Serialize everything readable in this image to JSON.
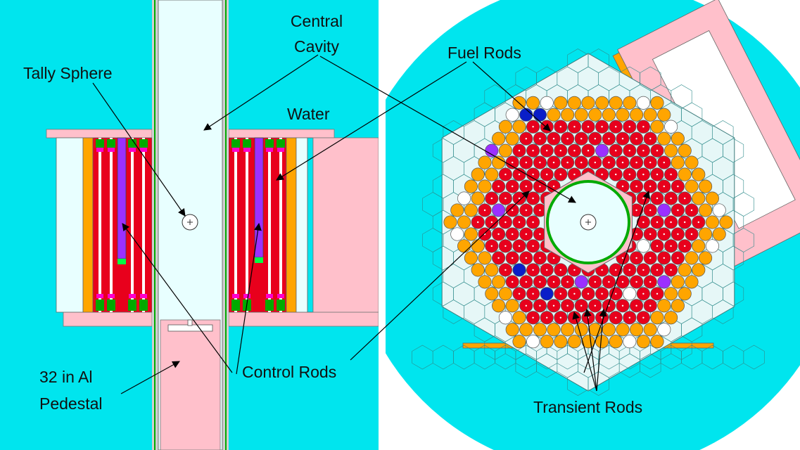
{
  "labels": {
    "central_cavity_line1": "Central",
    "central_cavity_line2": "Cavity",
    "fuel_rods": "Fuel Rods",
    "tally_sphere": "Tally Sphere",
    "water": "Water",
    "pedestal_line1": "32 in Al",
    "pedestal_line2": "Pedestal",
    "control_rods": "Control Rods",
    "transient_rods": "Transient Rods"
  },
  "colors": {
    "water": "#00e5ee",
    "fuel": "#e8001c",
    "graphite": "#ffa500",
    "aluminum": "#ffc0cb",
    "cavity": "#e8ffff",
    "control": "#9b30ff",
    "borated": "#0a1ec8",
    "empty": "#ffffff",
    "cladding": "#00aa00"
  }
}
